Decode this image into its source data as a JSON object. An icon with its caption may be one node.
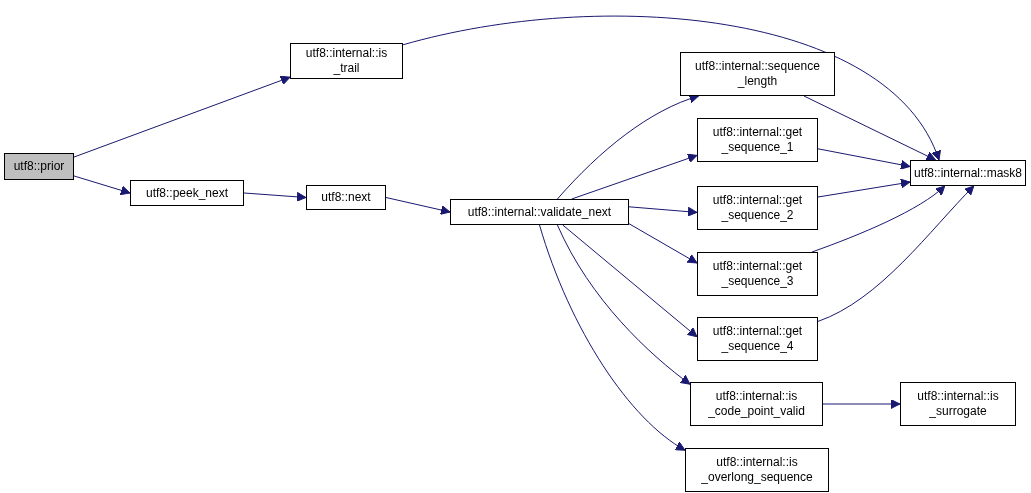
{
  "diagram": {
    "nodes": [
      {
        "text": [
          "utf8::prior"
        ]
      },
      {
        "text": [
          "utf8::internal::is _trail"
        ]
      },
      {
        "text": [
          "utf8::peek_next"
        ]
      },
      {
        "text": [
          "utf8::next"
        ]
      },
      {
        "text": [
          "utf8::internal::validate_next"
        ]
      },
      {
        "text": [
          "utf8::internal::sequence _length"
        ]
      },
      {
        "text": [
          "utf8::internal::get _sequence_1"
        ]
      },
      {
        "text": [
          "utf8::internal::get _sequence_2"
        ]
      },
      {
        "text": [
          "utf8::internal::get _sequence_3"
        ]
      },
      {
        "text": [
          "utf8::internal::get _sequence_4"
        ]
      },
      {
        "text": [
          "utf8::internal::mask8"
        ]
      },
      {
        "text": [
          "utf8::internal::is _code_point_valid"
        ]
      },
      {
        "text": [
          "utf8::internal::is _overlong_sequence"
        ]
      },
      {
        "text": [
          "utf8::internal::is _surrogate"
        ]
      }
    ],
    "edges": [
      {
        "from": 0,
        "to": 1,
        "arrow": "to"
      },
      {
        "from": 0,
        "to": 2,
        "arrow": "to"
      },
      {
        "from": 1,
        "to": 10,
        "arrow": "to"
      },
      {
        "from": 2,
        "to": 3,
        "arrow": "to"
      },
      {
        "from": 3,
        "to": 4,
        "arrow": "to"
      },
      {
        "from": 4,
        "to": 5,
        "arrow": "to"
      },
      {
        "from": 4,
        "to": 6,
        "arrow": "to"
      },
      {
        "from": 4,
        "to": 7,
        "arrow": "to"
      },
      {
        "from": 4,
        "to": 8,
        "arrow": "to"
      },
      {
        "from": 4,
        "to": 9,
        "arrow": "to"
      },
      {
        "from": 4,
        "to": 11,
        "arrow": "to"
      },
      {
        "from": 4,
        "to": 12,
        "arrow": "to"
      },
      {
        "from": 5,
        "to": 10,
        "arrow": "to"
      },
      {
        "from": 6,
        "to": 10,
        "arrow": "to"
      },
      {
        "from": 7,
        "to": 10,
        "arrow": "to"
      },
      {
        "from": 8,
        "to": 10,
        "arrow": "to"
      },
      {
        "from": 9,
        "to": 10,
        "arrow": "to"
      },
      {
        "from": 11,
        "to": 13,
        "arrow": "to"
      }
    ]
  }
}
